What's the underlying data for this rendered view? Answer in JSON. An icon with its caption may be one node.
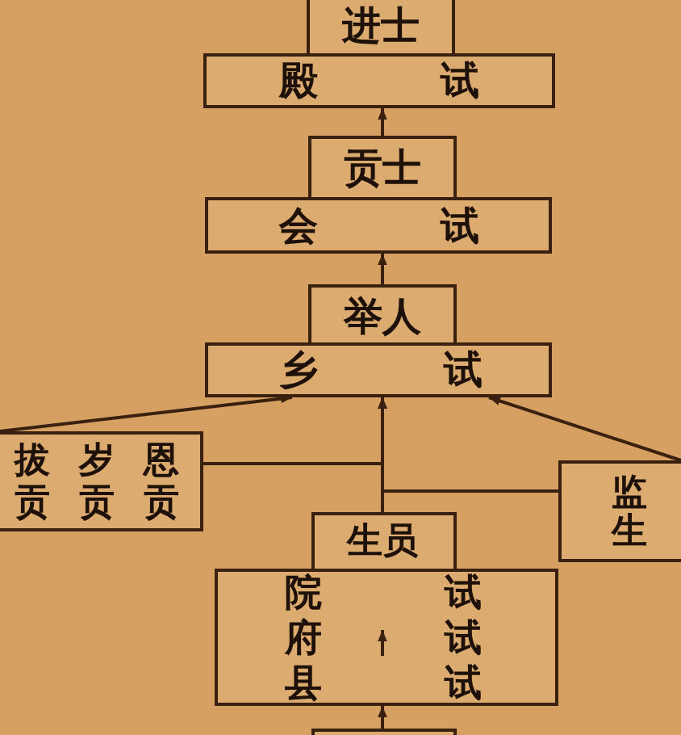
{
  "diagram": {
    "nodes": [
      {
        "text": [
          "进士"
        ]
      },
      {
        "text": [
          "殿试"
        ]
      },
      {
        "text": [
          "贡士"
        ]
      },
      {
        "text": [
          "会试"
        ]
      },
      {
        "text": [
          "举人"
        ]
      },
      {
        "text": [
          "乡试"
        ]
      },
      {
        "text": [
          "拔贡",
          "岁贡",
          "恩贡"
        ]
      },
      {
        "text": [
          "监生"
        ]
      },
      {
        "text": [
          "生员"
        ]
      },
      {
        "text": [
          "院府县",
          "试试试"
        ]
      },
      {
        "text": [],
        "shape": "box"
      }
    ],
    "edges": [
      {
        "from": 2,
        "to": 1,
        "arrow": "to"
      },
      {
        "from": 4,
        "to": 3,
        "arrow": "to"
      },
      {
        "from": 8,
        "to": 5,
        "arrow": "to"
      },
      {
        "from": 6,
        "to": 5,
        "arrow": "to"
      },
      {
        "from": 7,
        "to": 5,
        "arrow": "to"
      },
      {
        "from": 6,
        "to": 5,
        "arrow": "to"
      },
      {
        "from": 7,
        "to": 5,
        "arrow": "to"
      },
      {
        "from": 10,
        "to": 9,
        "arrow": "to"
      }
    ]
  }
}
